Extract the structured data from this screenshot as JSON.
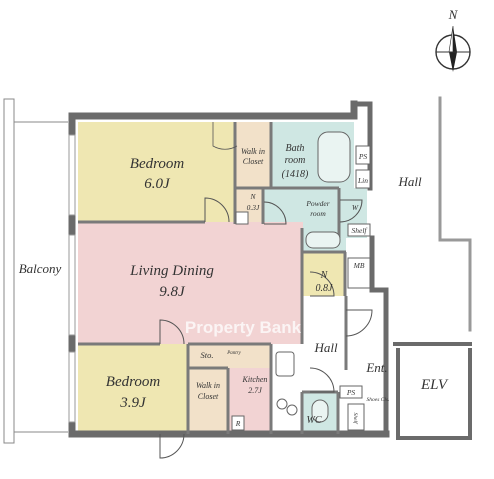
{
  "compass": {
    "letter": "N"
  },
  "rooms": {
    "bedroom1_name": "Bedroom",
    "bedroom1_size": "6.0J",
    "walkin1": [
      "Walk in",
      "Closet"
    ],
    "bath_name": "Bath",
    "bath_room": "room",
    "bath_size": "(1418)",
    "ps1": "PS",
    "lin": "Lin",
    "n1_name": "N",
    "n1_size": "0.3J",
    "powder": [
      "Powder",
      "room"
    ],
    "w": "W",
    "shelf1": "Shelf",
    "hall_right": "Hall",
    "living_name": "Living Dining",
    "living_size": "9.8J",
    "mb": "MB",
    "n2_name": "N",
    "n2_size": "0.8J",
    "balcony": "Balcony",
    "sto": "Sto.",
    "pantry": "Pantry",
    "hall_center": "Hall",
    "ent": "Ent.",
    "elv": "ELV",
    "bedroom2_name": "Bedroom",
    "bedroom2_size": "3.9J",
    "walkin2": [
      "Walk in",
      "Closet"
    ],
    "kitchen_name": "Kitchen",
    "kitchen_size": "2.7J",
    "r": "R",
    "wc": "WC",
    "ps2": "PS",
    "shoes": "Shoes Cls.",
    "shelf2": "Shelf"
  },
  "watermark": "Property Bank",
  "colors": {
    "bedroom": "#efe7b2",
    "living": "#f2d3d3",
    "bath": "#cfe7e3",
    "closet": "#f2e1c9",
    "wall": "#6b6b6b"
  }
}
